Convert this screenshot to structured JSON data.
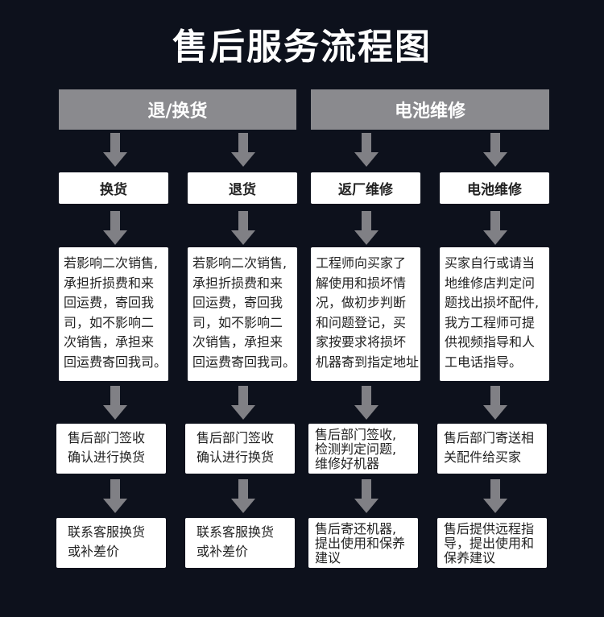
{
  "title": "售后服务流程图",
  "headers": [
    {
      "label": "退/换货"
    },
    {
      "label": "电池维修"
    }
  ],
  "columns": [
    {
      "type": "换货",
      "description": "若影响二次销售,\n承担折损费和来\n回运费，寄回我\n司，如不影响二\n次销售，承担来\n回运费寄回我司。",
      "step1": "售后部门签收\n确认进行换货",
      "step2": "联系客服换货\n或补差价"
    },
    {
      "type": "退货",
      "description": "若影响二次销售,\n承担折损费和来\n回运费，寄回我\n司，如不影响二\n次销售，承担来\n回运费寄回我司。",
      "step1": "售后部门签收\n确认进行换货",
      "step2": "联系客服换货\n或补差价"
    },
    {
      "type": "返厂维修",
      "description": "工程师向买家了\n解使用和损坏情\n况，做初步判断\n和问题登记，买\n家按要求将损坏\n机器寄到指定地址",
      "step1": "售后部门签收,\n检测判定问题,\n维修好机器",
      "step2": "售后寄还机器,\n提出使用和保养\n建议"
    },
    {
      "type": "电池维修",
      "description": "买家自行或请当\n地维修店判定问\n题找出损坏配件,\n我方工程师可提\n供视频指导和人\n工电话指导。",
      "step1": "售后部门寄送相\n关配件给买家",
      "step2": "售后提供远程指\n导，提出使用和\n保养建议"
    }
  ],
  "colors": {
    "background": "#0d111c",
    "header": "#8a8a8e",
    "arrow": "#808085",
    "box": "#ffffff"
  }
}
